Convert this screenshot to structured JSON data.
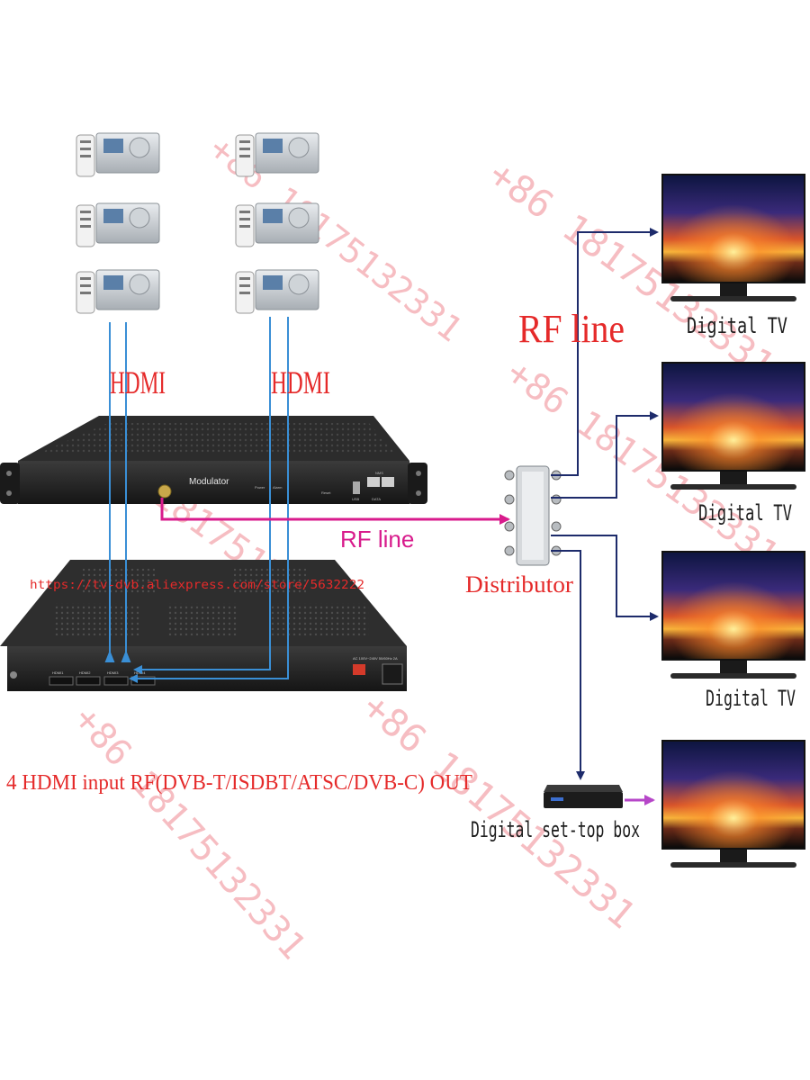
{
  "labels": {
    "hdmi_left": "HDMI",
    "hdmi_right": "HDMI",
    "rf_line_top": "RF line",
    "rf_line_middle": "RF line",
    "distributor": "Distributor",
    "tv_1": "Digital TV",
    "tv_2": "Digital TV",
    "tv_3": "Digital TV",
    "set_top_box": "Digital set-top box",
    "caption": "4 HDMI input  RF(DVB-T/ISDBT/ATSC/DVB-C) OUT",
    "store_url": "https://tv-dvb.aliexpress.com/store/5632222"
  },
  "modulator_panel": {
    "name": "Modulator",
    "power": "Power",
    "alarm": "Alarm",
    "reset": "Reset",
    "usb": "USB",
    "data": "DATA",
    "nms": "NMS"
  },
  "encoder_panel": {
    "ports": [
      "HDMI1",
      "HDMI2",
      "HDMI3",
      "HDMI4"
    ],
    "power_rating": "AC 100V~240V 50/60Hz 2A"
  },
  "watermark": "+86 18175132331",
  "colors": {
    "label_red": "#e52a2a",
    "rf_magenta": "#d81b8c",
    "hdmi_cable": "#3a8fd6",
    "rf_arrow_navy": "#1d2b6b",
    "watermark_pink": "#f4a8ae"
  }
}
